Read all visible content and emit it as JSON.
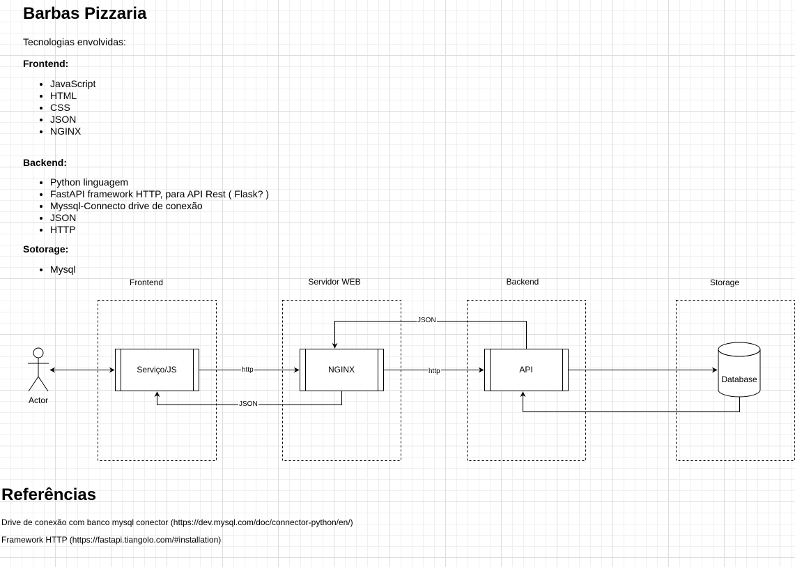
{
  "page": {
    "title": "Barbas Pizzaria",
    "intro": "Tecnologias envolvidas:"
  },
  "sections": {
    "frontend": {
      "heading": "Frontend:",
      "items": [
        "JavaScript",
        "HTML",
        "CSS",
        "JSON",
        "NGINX"
      ]
    },
    "backend": {
      "heading": "Backend:",
      "items": [
        "Python linguagem",
        "FastAPI framework HTTP, para API Rest ( Flask? )",
        "Myssql-Connecto drive de conexão",
        "JSON",
        "HTTP"
      ]
    },
    "storage": {
      "heading": "Sotorage:",
      "items": [
        "Mysql"
      ]
    }
  },
  "diagram": {
    "columns": [
      "Frontend",
      "Servidor WEB",
      "Backend",
      "Storage"
    ],
    "actor": "Actor",
    "nodes": {
      "servico": "Serviço/JS",
      "nginx": "NGINX",
      "api": "API",
      "database": "Database"
    },
    "edges": {
      "servico_to_nginx": "http",
      "nginx_to_servico": "JSON",
      "nginx_to_api": "http",
      "api_to_nginx": "JSON"
    },
    "colors": {
      "stroke": "#000000",
      "fill": "#ffffff"
    }
  },
  "references": {
    "title": "Referências",
    "lines": [
      "Drive de conexão com banco  mysql conector (https://dev.mysql.com/doc/connector-python/en/)",
      "Framework HTTP (https://fastapi.tiangolo.com/#installation)"
    ]
  }
}
